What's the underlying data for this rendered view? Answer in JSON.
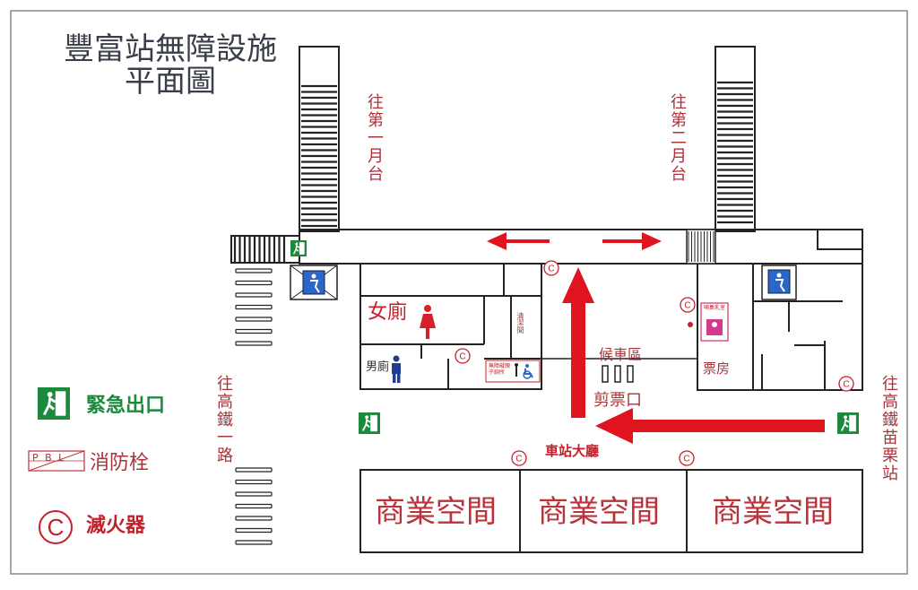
{
  "title_line1": "豐富站無障設施",
  "title_line2": "平面圖",
  "labels": {
    "to_platform_1": "往第一月台",
    "to_platform_2": "往第二月台",
    "to_hsr_road": "往高鐵一路",
    "to_hsr_miaoli": "往高鐵苗栗站",
    "women_toilet": "女廁",
    "men_toilet": "男廁",
    "cleaning_room": "清潔間",
    "waiting_area": "候車區",
    "ticket_gate": "剪票口",
    "ticket_office": "票房",
    "station_hall": "車站大廳",
    "nursing_room": "哺集乳室",
    "accessible_toilet": "無障礙親子廁所",
    "business_1": "商業空間",
    "business_2": "商業空間",
    "business_3": "商業空間",
    "fire_ext_mark": "C"
  },
  "legend": {
    "emergency_exit": "緊急出口",
    "fire_hydrant": "消防栓",
    "fire_hydrant_code": "P B L",
    "fire_extinguisher": "滅火器",
    "fire_extinguisher_mark": "C"
  },
  "colors": {
    "arrow": "#e0141e",
    "exit_green": "#1c8a3c",
    "elevator_blue": "#2a67c9",
    "lines": "#222222"
  }
}
